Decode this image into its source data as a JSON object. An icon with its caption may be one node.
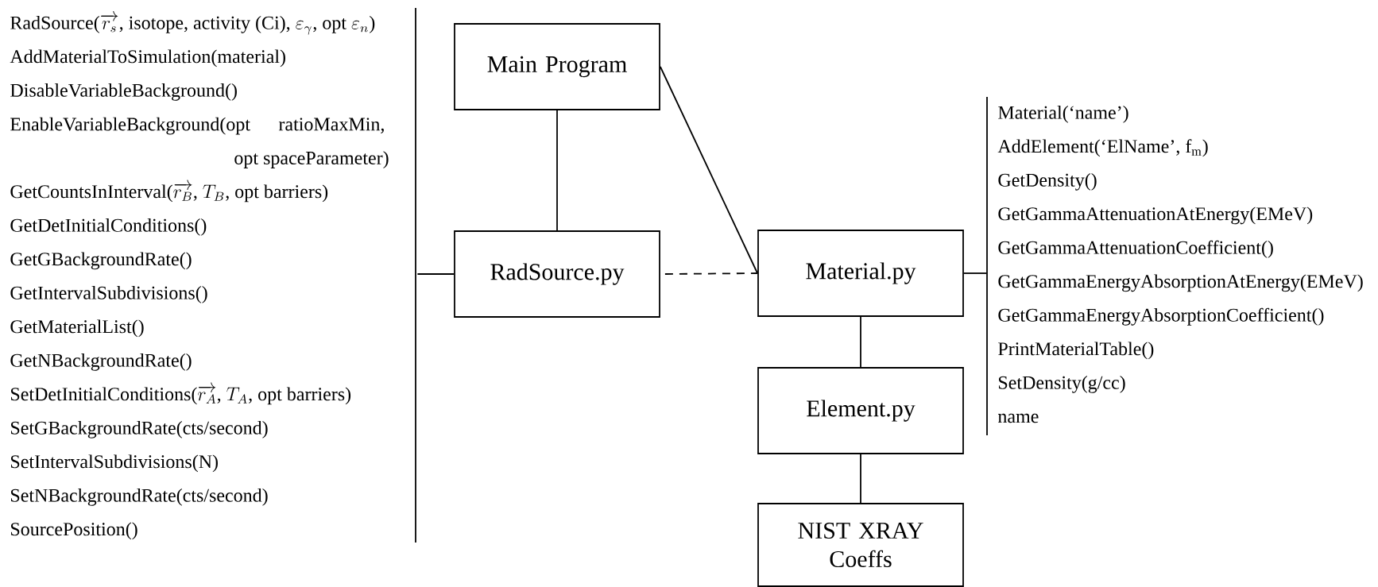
{
  "diagram": {
    "nodes": [
      {
        "text": [
          "\\text{RadSource(}\\overrightarrow{r_s}\\text{, isotope, activity (Ci), }\\varepsilon_\\gamma\\text{, opt }\\varepsilon_n\\text{)}",
          "AddMaterialToSimulation(material)",
          "DisableVariableBackground()",
          "EnableVariableBackground(opt ratioMaxMin, opt spaceParameter)",
          "\\text{GetCountsInInterval(}\\overrightarrow{r_B}\\text{, }T_B\\text{, opt barriers)}",
          "GetDetInitialConditions()",
          "GetGBackgroundRate()",
          "GetIntervalSubdivisions()",
          "GetMaterialList()",
          "GetNBackgroundRate()",
          "\\text{SetDetInitialConditions(}\\overrightarrow{r_A}\\text{, }T_A\\text{, opt barriers)}",
          "SetGBackgroundRate(cts/second)",
          "SetIntervalSubdivisions(N)",
          "SetNBackgroundRate(cts/second)",
          "SourcePosition()"
        ]
      },
      {
        "text": [
          "Main Program"
        ]
      },
      {
        "text": [
          "RadSource.py"
        ]
      },
      {
        "text": [
          "Material.py"
        ]
      },
      {
        "text": [
          "Element.py"
        ]
      },
      {
        "text": [
          "NIST XRAY Coeffs"
        ]
      },
      {
        "text": [
          "Material(‘name’)",
          "AddElement(‘ElName’, f$_{m}$)",
          "GetDensity()",
          "GetGammaAttenuationAtEnergy(EMeV)",
          "GetGammaAttenuationCoefficient()",
          "GetGammaEnergyAbsorptionAtEnergy(EMeV)",
          "GetGammaEnergyAbsorptionCoefficient()",
          "PrintMaterialTable()",
          "SetDensity(g/cc)",
          "name"
        ]
      }
    ],
    "edges": [
      {
        "from": 1,
        "to": 2,
        "arrow": "none"
      },
      {
        "from": 1,
        "to": 3,
        "arrow": "none"
      },
      {
        "from": 2,
        "to": 0,
        "arrow": "none"
      },
      {
        "from": 2,
        "to": 3,
        "arrow": "none",
        "style": "dashed"
      },
      {
        "from": 3,
        "to": 4,
        "arrow": "none"
      },
      {
        "from": 4,
        "to": 5,
        "arrow": "none"
      },
      {
        "from": 3,
        "to": 6,
        "arrow": "none"
      }
    ]
  }
}
